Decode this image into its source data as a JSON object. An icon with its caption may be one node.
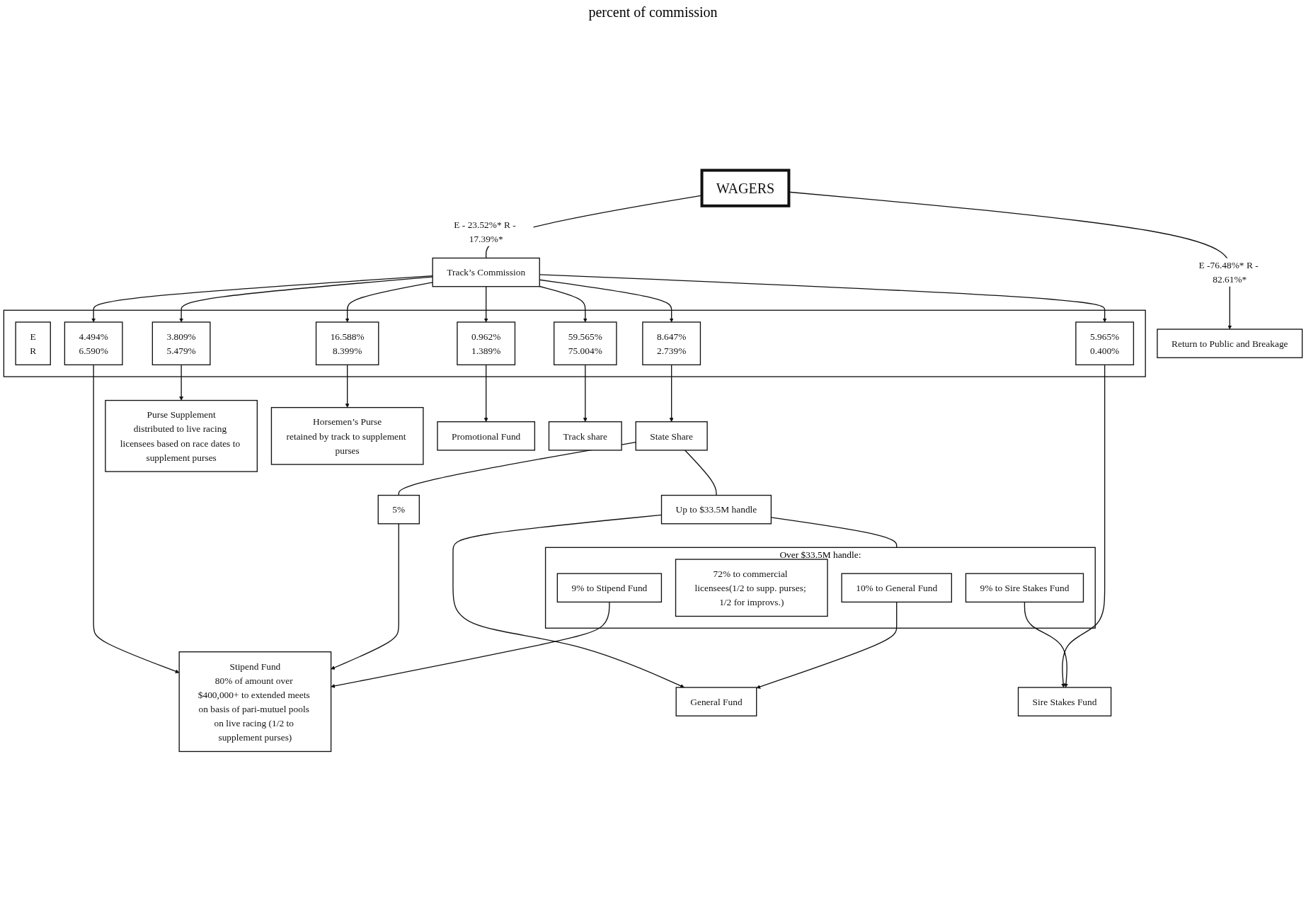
{
  "diagram": {
    "nodes": [
      {
        "text": [
          "WAGERS"
        ]
      },
      {
        "text": [
          "Return to Public and Breakage"
        ]
      },
      {
        "text": [
          "Track’s Commission"
        ]
      },
      {
        "text": [],
        "shape": "box"
      },
      {
        "text": [
          "E",
          "R"
        ],
        "in": 3
      },
      {
        "text": [
          "8.647%",
          "2.739%"
        ],
        "in": 3
      },
      {
        "text": [
          "5.965%",
          "0.400%"
        ],
        "in": 3
      },
      {
        "text": [
          "4.494%",
          "6.590%"
        ],
        "in": 3
      },
      {
        "text": [
          "3.809%",
          "5.479%"
        ],
        "in": 3
      },
      {
        "text": [
          "0.962%",
          "1.389%"
        ],
        "in": 3
      },
      {
        "text": [
          "16.588%",
          "8.399%"
        ],
        "in": 3
      },
      {
        "text": [
          "59.565%",
          "75.004%"
        ],
        "in": 3
      },
      {
        "text": [
          "State Share"
        ]
      },
      {
        "text": [
          "5%"
        ]
      },
      {
        "text": [
          "Sire Stakes Fund"
        ]
      },
      {
        "text": [
          "Purse Supplement",
          "distributed to live racing licensees based on race dates to supplement purses"
        ]
      },
      {
        "text": [
          "Horsemen’s Purse",
          "retained by track to supplement purses"
        ]
      },
      {
        "text": [
          "Up to $33.5M handle"
        ]
      },
      {
        "text": [
          "General Fund"
        ]
      },
      {
        "text": [
          "Over $33.5M handle:"
        ]
      },
      {
        "text": [
          "10% to General Fund"
        ],
        "in": 19
      },
      {
        "text": [
          "72% to commercial licensees(1/2 to supp. purses; 1/2 for improvs.)"
        ],
        "in": 19
      },
      {
        "text": [
          "9% to Sire Stakes Fund"
        ],
        "in": 19
      },
      {
        "text": [
          "9% to Stipend Fund"
        ],
        "in": 19
      },
      {
        "text": [
          "Stipend Fund",
          "80% of amount over $400,000+ to extended meets on basis of pari-mutuel pools on live racing (1/2 to supplement purses)"
        ]
      },
      {
        "text": [
          "Promotional Fund"
        ]
      },
      {
        "text": [
          "Track share"
        ]
      }
    ],
    "edges": [
      {
        "from": 0,
        "to": 1,
        "arrow": "to",
        "label": "E -76.48%* R - 82.61%*"
      },
      {
        "from": 0,
        "to": 2,
        "arrow": "none",
        "label": "E - 23.52%* R - 17.39%*"
      },
      {
        "from": 2,
        "to": 5,
        "arrow": "to"
      },
      {
        "from": 2,
        "to": 6,
        "arrow": "to"
      },
      {
        "from": 2,
        "to": 7,
        "arrow": "to"
      },
      {
        "from": 2,
        "to": 8,
        "arrow": "to"
      },
      {
        "from": 2,
        "to": 9,
        "arrow": "to"
      },
      {
        "from": 2,
        "to": 10,
        "arrow": "to"
      },
      {
        "from": 2,
        "to": 11,
        "arrow": "to"
      },
      {
        "from": 5,
        "to": 12,
        "arrow": "to"
      },
      {
        "from": 6,
        "to": 14,
        "arrow": "to"
      },
      {
        "from": 7,
        "to": 24,
        "arrow": "to"
      },
      {
        "from": 8,
        "to": 15,
        "arrow": "to"
      },
      {
        "from": 9,
        "to": 25,
        "arrow": "to"
      },
      {
        "from": 10,
        "to": 16,
        "arrow": "to"
      },
      {
        "from": 11,
        "to": 26,
        "arrow": "to"
      },
      {
        "from": 12,
        "to": 13,
        "arrow": "none"
      },
      {
        "from": 13,
        "to": 24,
        "arrow": "to"
      },
      {
        "from": 12,
        "to": 17,
        "arrow": "none"
      },
      {
        "from": 17,
        "to": 18,
        "arrow": "to"
      },
      {
        "from": 17,
        "to": 19,
        "arrow": "none"
      },
      {
        "from": 20,
        "to": 18,
        "arrow": "to"
      },
      {
        "from": 22,
        "to": 14,
        "arrow": "to"
      },
      {
        "from": 23,
        "to": 24,
        "arrow": "to"
      }
    ],
    "labels": [
      "percent of commission"
    ]
  }
}
